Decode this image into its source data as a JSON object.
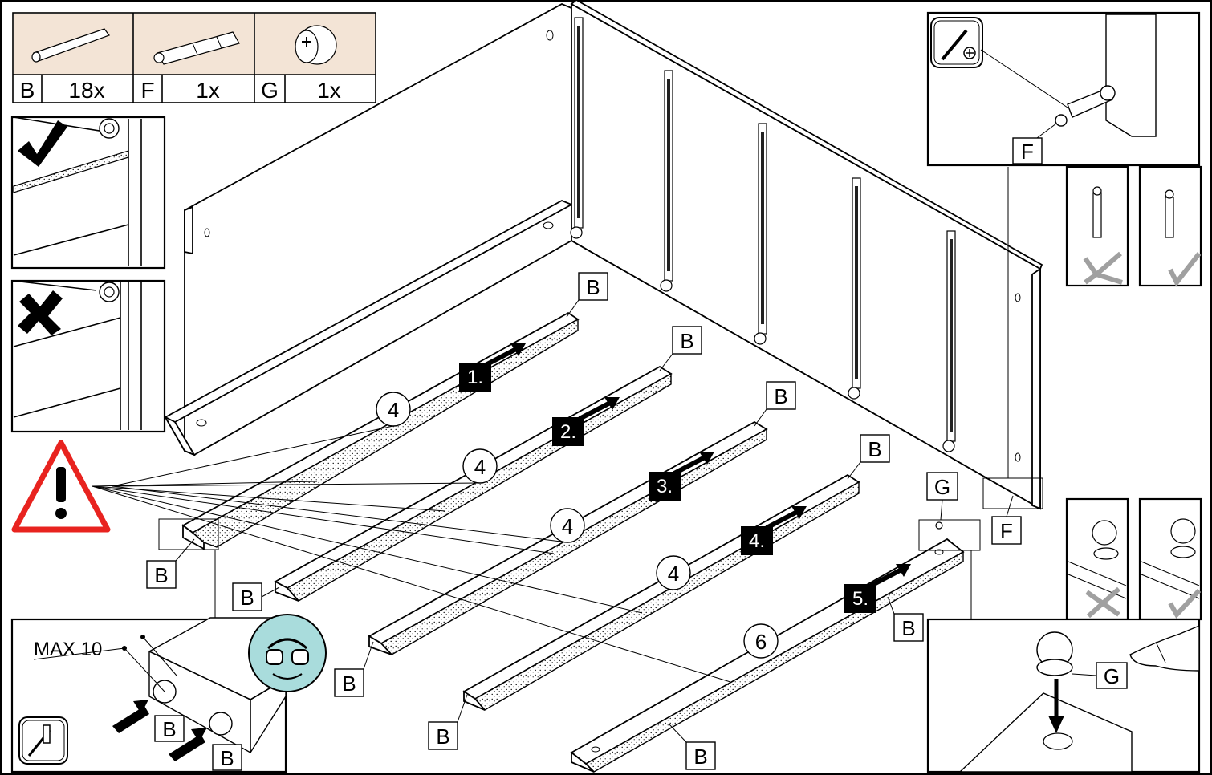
{
  "parts_table": [
    {
      "letter": "B",
      "qty": "18x"
    },
    {
      "letter": "F",
      "qty": "1x"
    },
    {
      "letter": "G",
      "qty": "1x"
    }
  ],
  "steps": [
    "1.",
    "2.",
    "3.",
    "4.",
    "5."
  ],
  "panel_numbers": [
    "4",
    "4",
    "4",
    "4",
    "6"
  ],
  "callouts": {
    "B": "B",
    "F": "F",
    "G": "G"
  },
  "max_label": "MAX 10",
  "colors": {
    "parts_bg": "#f3e4d6",
    "warning_red": "#e8231f",
    "goggles_teal": "#a9dcdc",
    "ink": "#000000"
  },
  "icons": [
    "dowel-icon",
    "cam-bolt-icon",
    "cam-lock-icon",
    "check-icon",
    "cross-icon",
    "warning-icon",
    "safety-goggles-icon",
    "screwdriver-icon",
    "hammer-icon",
    "hand-icon"
  ]
}
